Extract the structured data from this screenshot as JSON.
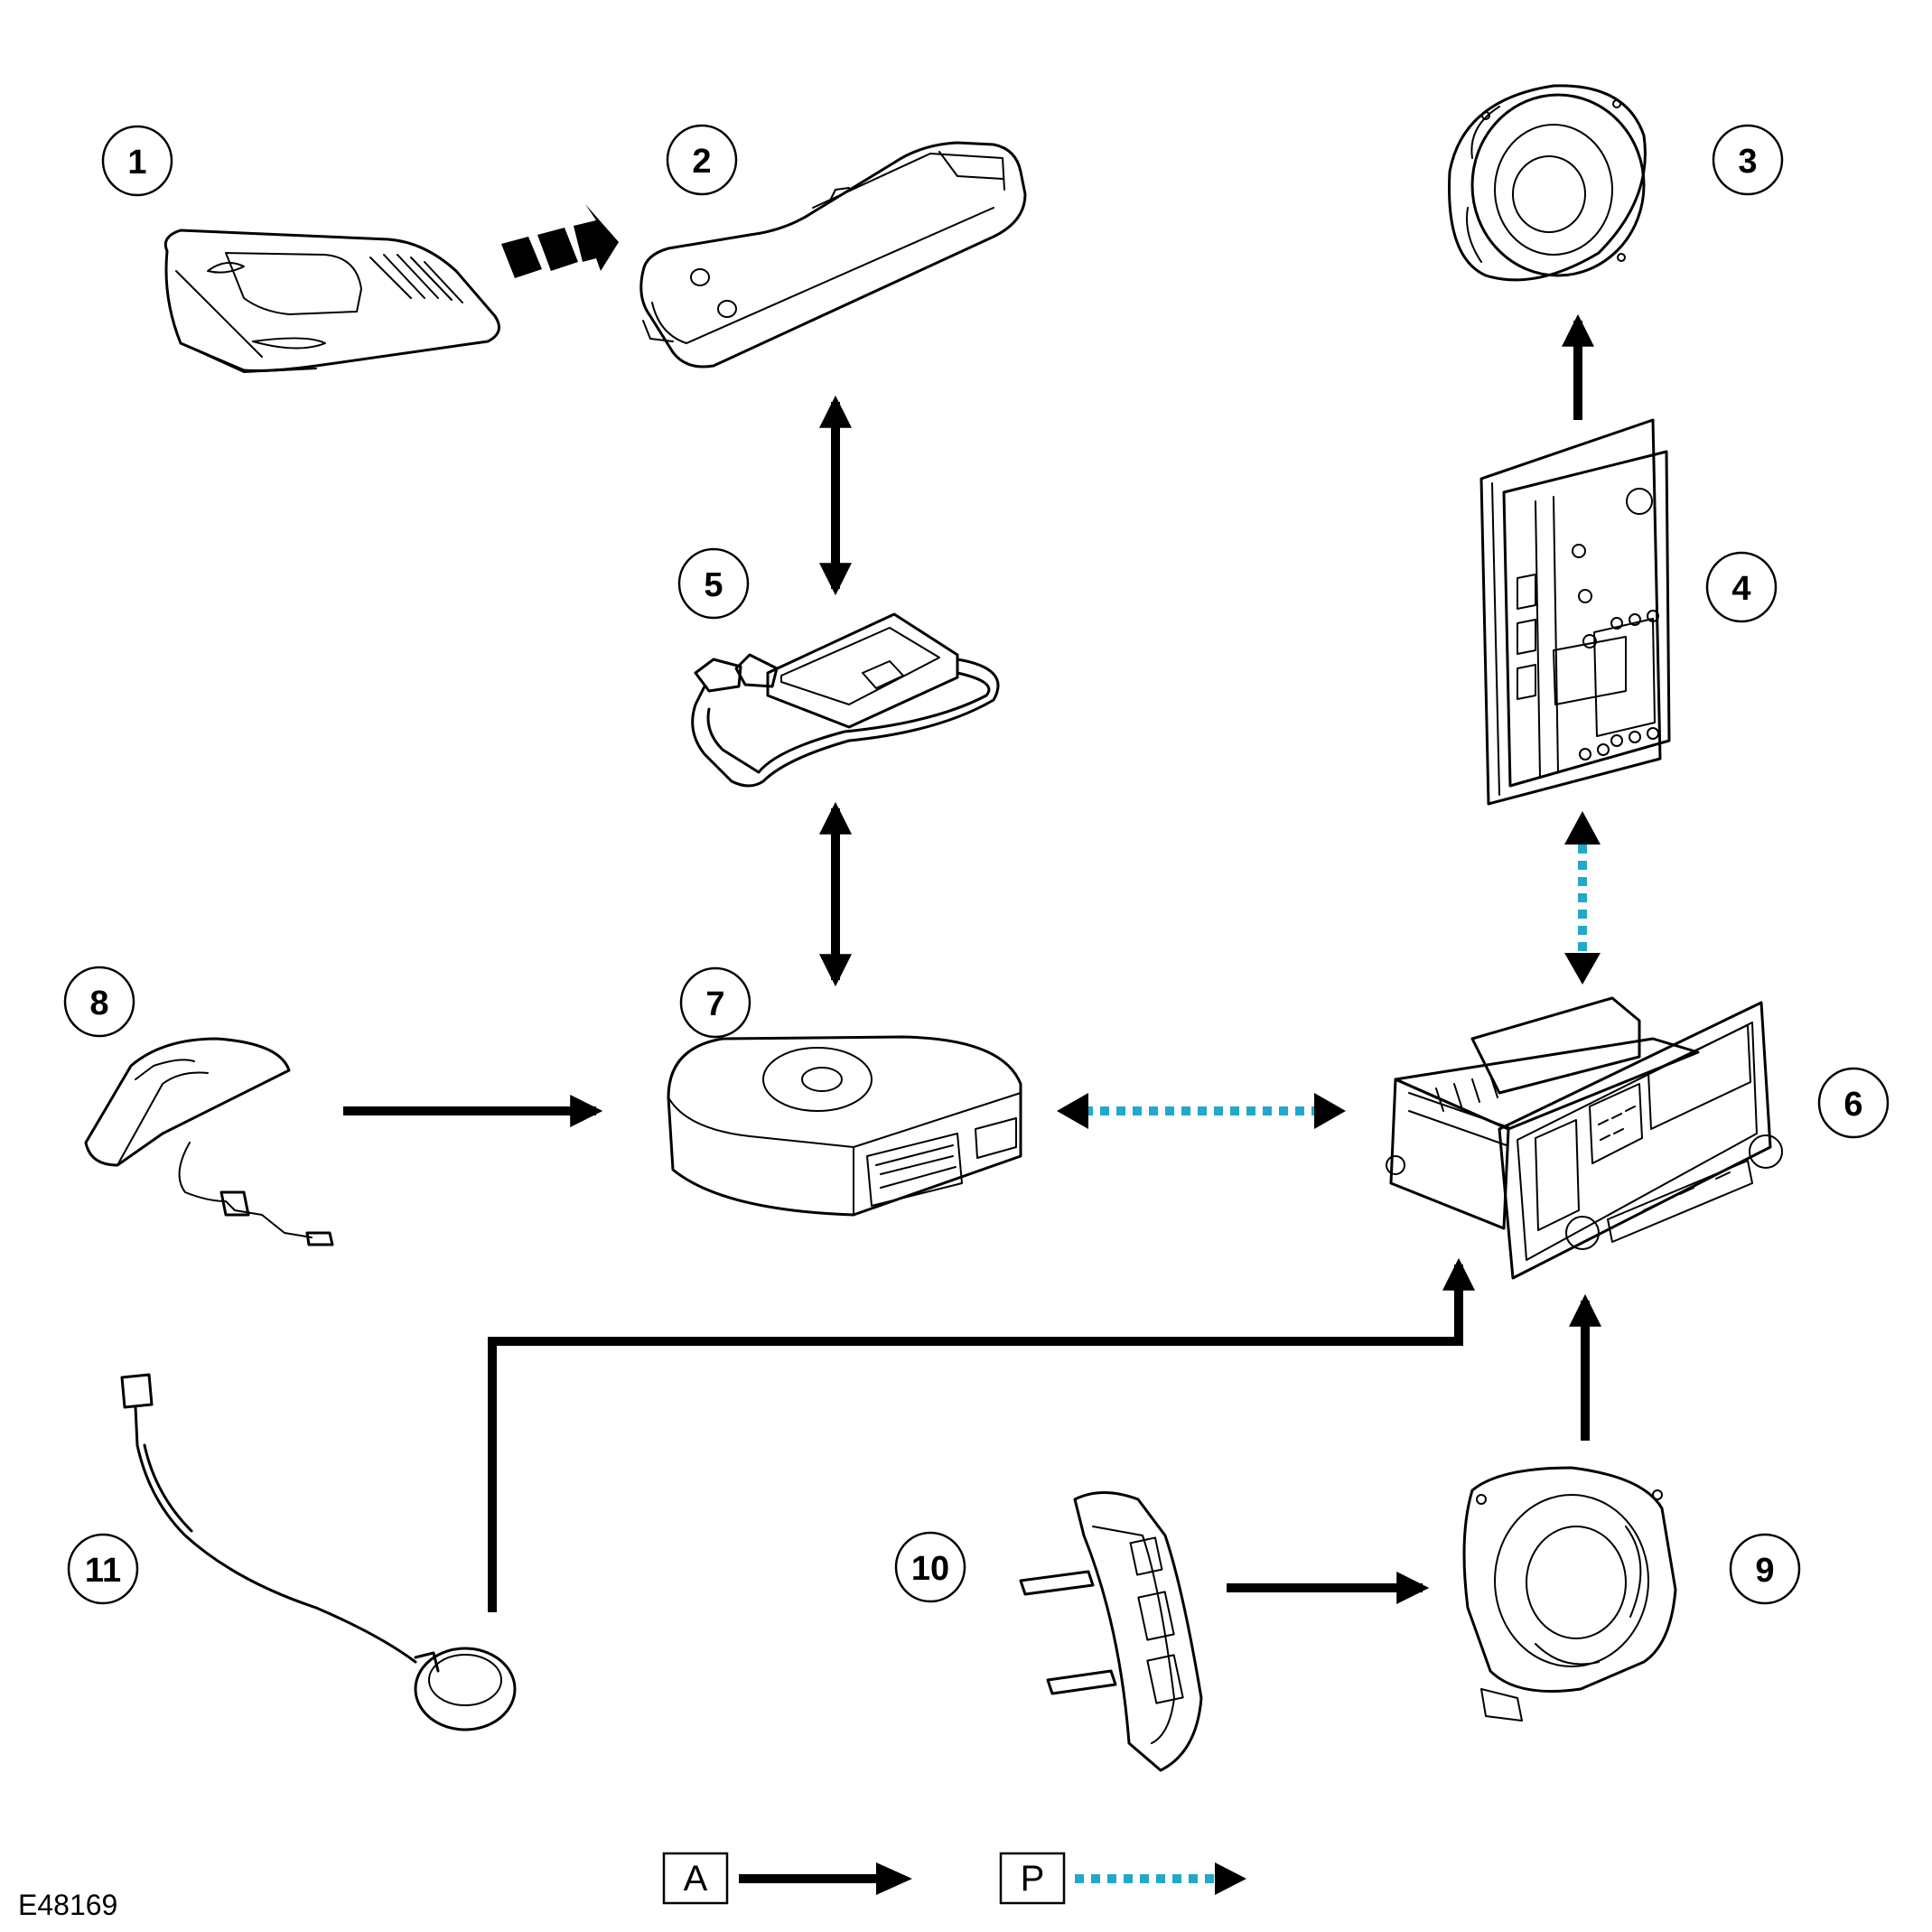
{
  "callouts": {
    "c1": "1",
    "c2": "2",
    "c3": "3",
    "c4": "4",
    "c5": "5",
    "c6": "6",
    "c7": "7",
    "c8": "8",
    "c9": "9",
    "c10": "10",
    "c11": "11"
  },
  "legend": {
    "solid_label": "A",
    "dotted_label": "P"
  },
  "reference": "E48169",
  "colors": {
    "solid_arrow": "#000000",
    "dotted_arrow": "#22a8c8"
  }
}
